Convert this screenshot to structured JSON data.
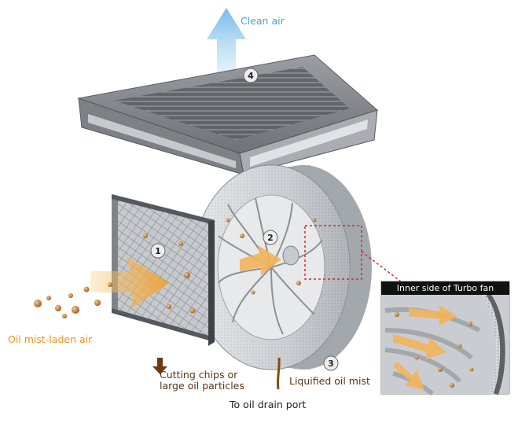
{
  "labels": {
    "clean_air": "Clean air",
    "oil_mist_air": "Oil mist-laden air",
    "cutting_chips": "Cutting chips or\nlarge oil particles",
    "liquified_oil": "Liquified oil mist",
    "drain_port": "To oil drain port",
    "inset_title": "Inner side of Turbo fan"
  },
  "steps": [
    "1",
    "2",
    "3",
    "4"
  ],
  "colors": {
    "clean_air": "#4aa0d6",
    "oil_air": "#e8931c",
    "brown_text": "#5a3414",
    "highlight_box": "#d8262e"
  }
}
